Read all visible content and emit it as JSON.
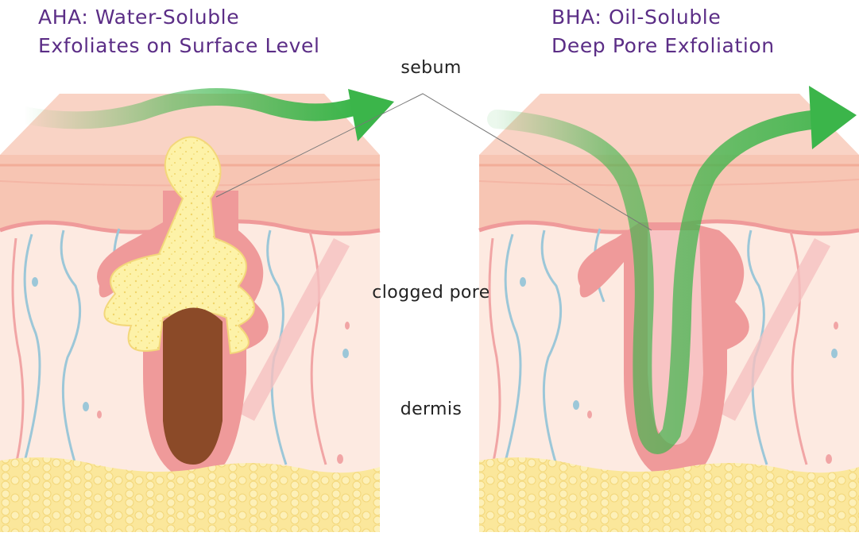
{
  "colors": {
    "title": "#5b2d86",
    "label": "#222222",
    "arrow": "#3bb54a",
    "epidermis": "#f7c5b3",
    "dermis": "#fdeae1",
    "pore_wall": "#ef9a9a",
    "sebum": "#fdf2a8",
    "hair": "#8b4a28",
    "fat": "#fbe79b"
  },
  "aha": {
    "title_line1": "AHA: Water-Soluble",
    "title_line2": "Exfoliates on Surface Level"
  },
  "bha": {
    "title_line1": "BHA: Oil-Soluble",
    "title_line2": "Deep Pore Exfoliation"
  },
  "labels": {
    "sebum": "sebum",
    "clogged_pore": "clogged pore",
    "dermis": "dermis"
  },
  "icons": {
    "aha_arrow": "surface-flow-arrow-icon",
    "bha_arrow": "deep-pore-flow-arrow-icon"
  }
}
